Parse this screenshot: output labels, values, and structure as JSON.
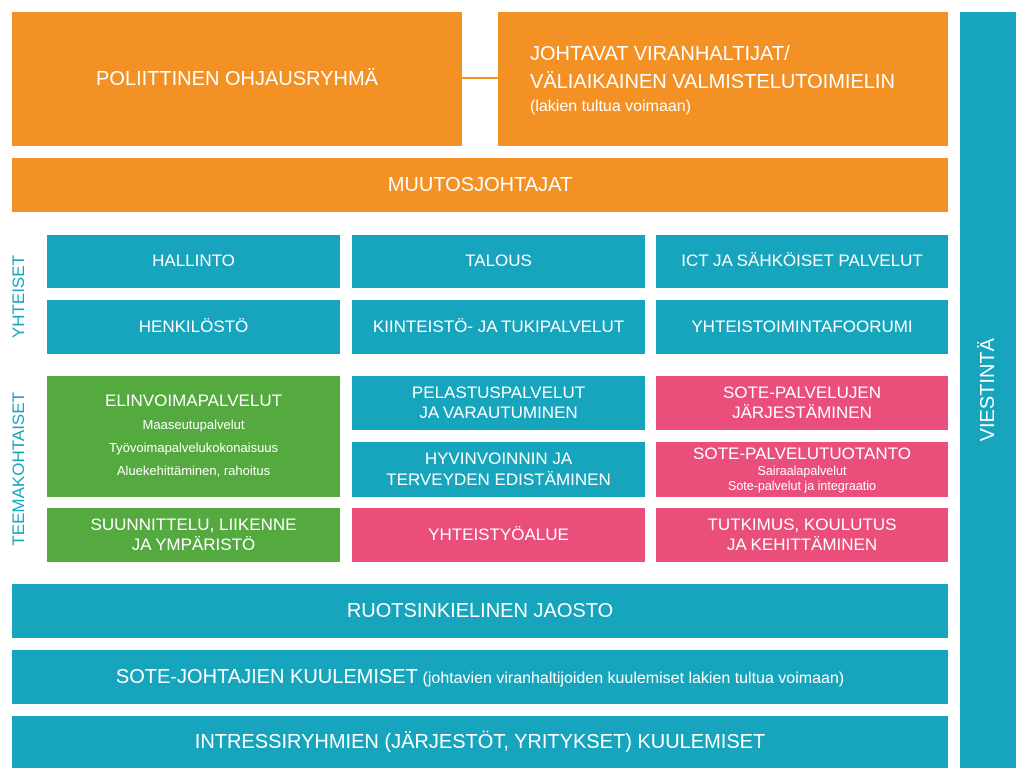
{
  "colors": {
    "orange": "#F39124",
    "teal": "#17A5BE",
    "green": "#54A93F",
    "pink": "#E94F7A"
  },
  "top": {
    "political": "POLIITTINEN OHJAUSRYHMÄ",
    "officials": {
      "line1": "JOHTAVAT VIRANHALTIJAT/",
      "line2": "VÄLIAIKAINEN VALMISTELUTOIMIELIN",
      "note": "(lakien tultua voimaan)"
    }
  },
  "change_leaders": "MUUTOSJOHTAJAT",
  "communication": "VIESTINTÄ",
  "side_labels": {
    "common": "YHTEISET",
    "thematic": "TEEMAKOHTAISET"
  },
  "common": {
    "hallinto": "HALLINTO",
    "talous": "TALOUS",
    "ict": "ICT JA SÄHKÖISET PALVELUT",
    "henkilosto": "HENKILÖSTÖ",
    "kiinteisto": "KIINTEISTÖ- JA TUKIPALVELUT",
    "yhteistoiminta": "YHTEISTOIMINTAFOORUMI"
  },
  "thematic": {
    "elinvoima": {
      "title": "ELINVOIMAPALVELUT",
      "items": [
        "Maaseutupalvelut",
        "Työvoimapalvelukokonaisuus",
        "Aluekehittäminen, rahoitus"
      ]
    },
    "suunnittelu": {
      "lines": [
        "SUUNNITTELU, LIIKENNE",
        "JA YMPÄRISTÖ"
      ]
    },
    "pelastus": {
      "lines": [
        "PELASTUSPALVELUT",
        "JA VARAUTUMINEN"
      ]
    },
    "hyvinvointi": {
      "lines": [
        "HYVINVOINNIN JA",
        "TERVEYDEN EDISTÄMINEN"
      ]
    },
    "yhteistyoalue": {
      "lines": [
        "YHTEISTYÖALUE"
      ]
    },
    "sote_jarjestaminen": {
      "lines": [
        "SOTE-PALVELUJEN",
        "JÄRJESTÄMINEN"
      ]
    },
    "sote_tuotanto": {
      "title": "SOTE-PALVELUTUOTANTO",
      "items": [
        "Sairaalapalvelut",
        "Sote-palvelut ja integraatio"
      ]
    },
    "tutkimus": {
      "lines": [
        "TUTKIMUS, KOULUTUS",
        "JA KEHITTÄMINEN"
      ]
    }
  },
  "bottom": {
    "swedish": "RUOTSINKIELINEN JAOSTO",
    "sote_hearings": {
      "main": "SOTE-JOHTAJIEN KUULEMISET",
      "note": "(johtavien viranhaltijoiden kuulemiset lakien tultua voimaan)"
    },
    "stakeholders": "INTRESSIRYHMIEN (JÄRJESTÖT, YRITYKSET) KUULEMISET"
  }
}
